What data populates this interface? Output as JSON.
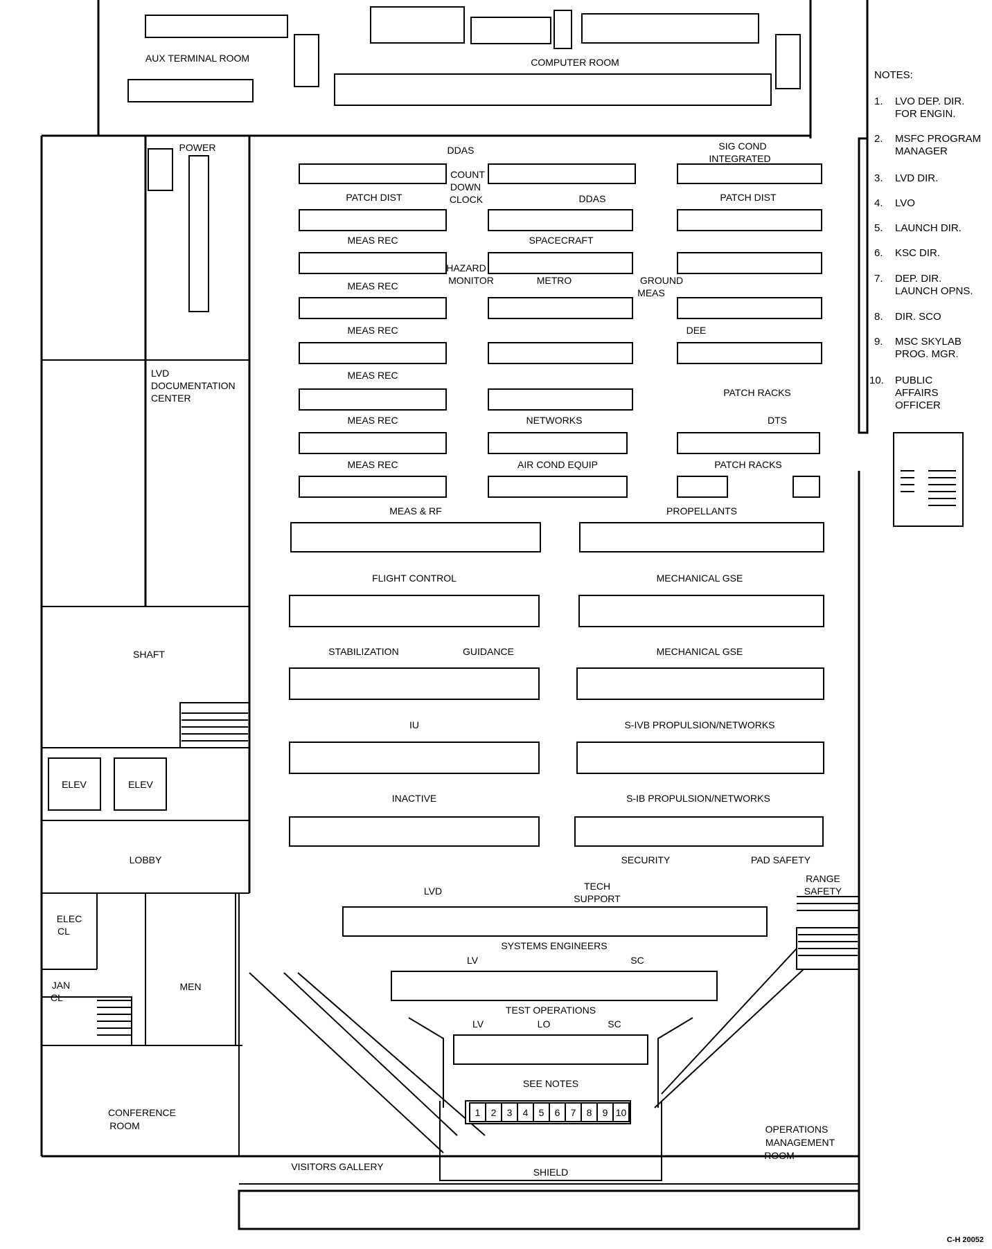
{
  "rooms": {
    "aux_terminal_room": "AUX TERMINAL ROOM",
    "computer_room": "COMPUTER ROOM",
    "power": "POWER",
    "lvd_doc_1": "LVD",
    "lvd_doc_2": "DOCUMENTATION",
    "lvd_doc_3": "CENTER",
    "shaft": "SHAFT",
    "elev_1": "ELEV",
    "elev_2": "ELEV",
    "lobby": "LOBBY",
    "elec_cl_1": "ELEC",
    "elec_cl_2": "CL",
    "jan_cl_1": "JAN",
    "jan_cl_2": "CL",
    "men": "MEN",
    "conference_1": "CONFERENCE",
    "conference_2": "ROOM",
    "visitors_gallery": "VISITORS GALLERY",
    "shield": "SHIELD",
    "operations_1": "OPERATIONS",
    "operations_2": "MANAGEMENT",
    "operations_3": "ROOM"
  },
  "consoles": {
    "ddas": "DDAS",
    "countdown_1": "COUNT",
    "countdown_2": "DOWN",
    "countdown_3": "CLOCK",
    "ddas_small": "DDAS",
    "sig_cond_1": "SIG COND",
    "sig_cond_2": "INTEGRATED",
    "patch_dist_1": "PATCH DIST",
    "patch_dist_2": "PATCH DIST",
    "meas_rec_1": "MEAS REC",
    "spacecraft": "SPACECRAFT",
    "hazard_1": "HAZARD",
    "hazard_2": "MONITOR",
    "metro": "METRO",
    "ground_1": "GROUND",
    "ground_2": "MEAS",
    "meas_rec_2": "MEAS REC",
    "meas_rec_3": "MEAS REC",
    "dee": "DEE",
    "meas_rec_4": "MEAS REC",
    "patch_racks_1": "PATCH RACKS",
    "meas_rec_5": "MEAS REC",
    "networks": "NETWORKS",
    "dts": "DTS",
    "meas_rec_6": "MEAS REC",
    "air_cond": "AIR COND EQUIP",
    "patch_racks_2": "PATCH RACKS",
    "meas_rf": "MEAS & RF",
    "propellants": "PROPELLANTS",
    "flight_control": "FLIGHT CONTROL",
    "mechanical_gse_1": "MECHANICAL GSE",
    "stabilization": "STABILIZATION",
    "guidance": "GUIDANCE",
    "mechanical_gse_2": "MECHANICAL GSE",
    "iu": "IU",
    "sivb": "S-IVB PROPULSION/NETWORKS",
    "inactive": "INACTIVE",
    "sib": "S-IB PROPULSION/NETWORKS",
    "security": "SECURITY",
    "pad_safety": "PAD SAFETY",
    "range_1": "RANGE",
    "range_2": "SAFETY",
    "lvd": "LVD",
    "tech_1": "TECH",
    "tech_2": "SUPPORT",
    "systems_engineers": "SYSTEMS ENGINEERS",
    "lv": "LV",
    "sc": "SC",
    "test_operations": "TEST OPERATIONS",
    "to_lv": "LV",
    "to_lo": "LO",
    "to_sc": "SC",
    "see_notes": "SEE NOTES"
  },
  "positions": [
    "1",
    "2",
    "3",
    "4",
    "5",
    "6",
    "7",
    "8",
    "9",
    "10"
  ],
  "notes": {
    "title": "NOTES:",
    "n1_num": "1.",
    "n1_a": "LVO DEP. DIR.",
    "n1_b": "FOR ENGIN.",
    "n2_num": "2.",
    "n2_a": "MSFC PROGRAM",
    "n2_b": "MANAGER",
    "n3_num": "3.",
    "n3_a": "LVD DIR.",
    "n4_num": "4.",
    "n4_a": "LVO",
    "n5_num": "5.",
    "n5_a": "LAUNCH DIR.",
    "n6_num": "6.",
    "n6_a": "KSC DIR.",
    "n7_num": "7.",
    "n7_a": "DEP. DIR.",
    "n7_b": "LAUNCH OPNS.",
    "n8_num": "8.",
    "n8_a": "DIR. SCO",
    "n9_num": "9.",
    "n9_a": "MSC SKYLAB",
    "n9_b": "PROG. MGR.",
    "n10_num": "10.",
    "n10_a": "PUBLIC",
    "n10_b": "AFFAIRS",
    "n10_c": "OFFICER"
  },
  "figure_code": "C-H 20052"
}
